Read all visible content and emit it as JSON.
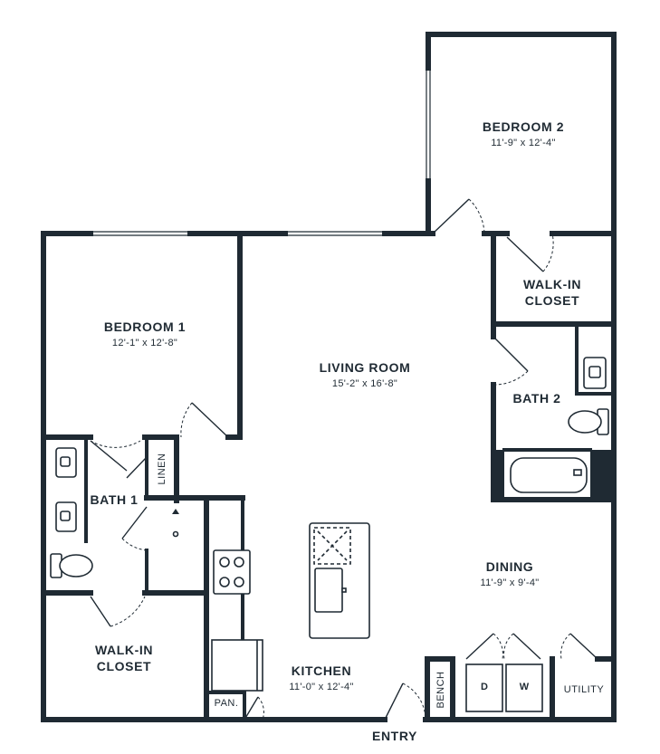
{
  "rooms": {
    "bedroom1": {
      "name": "BEDROOM 1",
      "dims": "12'-1\" x 12'-8\""
    },
    "bedroom2": {
      "name": "BEDROOM 2",
      "dims": "11'-9\" x 12'-4\""
    },
    "living": {
      "name": "LIVING ROOM",
      "dims": "15'-2\" x 16'-8\""
    },
    "kitchen": {
      "name": "KITCHEN",
      "dims": "11'-0\" x 12'-4\""
    },
    "dining": {
      "name": "DINING",
      "dims": "11'-9\" x 9'-4\""
    },
    "bath1": {
      "name": "BATH 1"
    },
    "bath2": {
      "name": "BATH 2"
    },
    "walkin1": {
      "line1": "WALK-IN",
      "line2": "CLOSET"
    },
    "walkin2": {
      "line1": "WALK-IN",
      "line2": "CLOSET"
    }
  },
  "labels": {
    "linen": "LINEN",
    "pantry": "PAN.",
    "bench": "BENCH",
    "washer": "W",
    "dryer": "D",
    "utility": "UTILITY",
    "entry": "ENTRY"
  }
}
